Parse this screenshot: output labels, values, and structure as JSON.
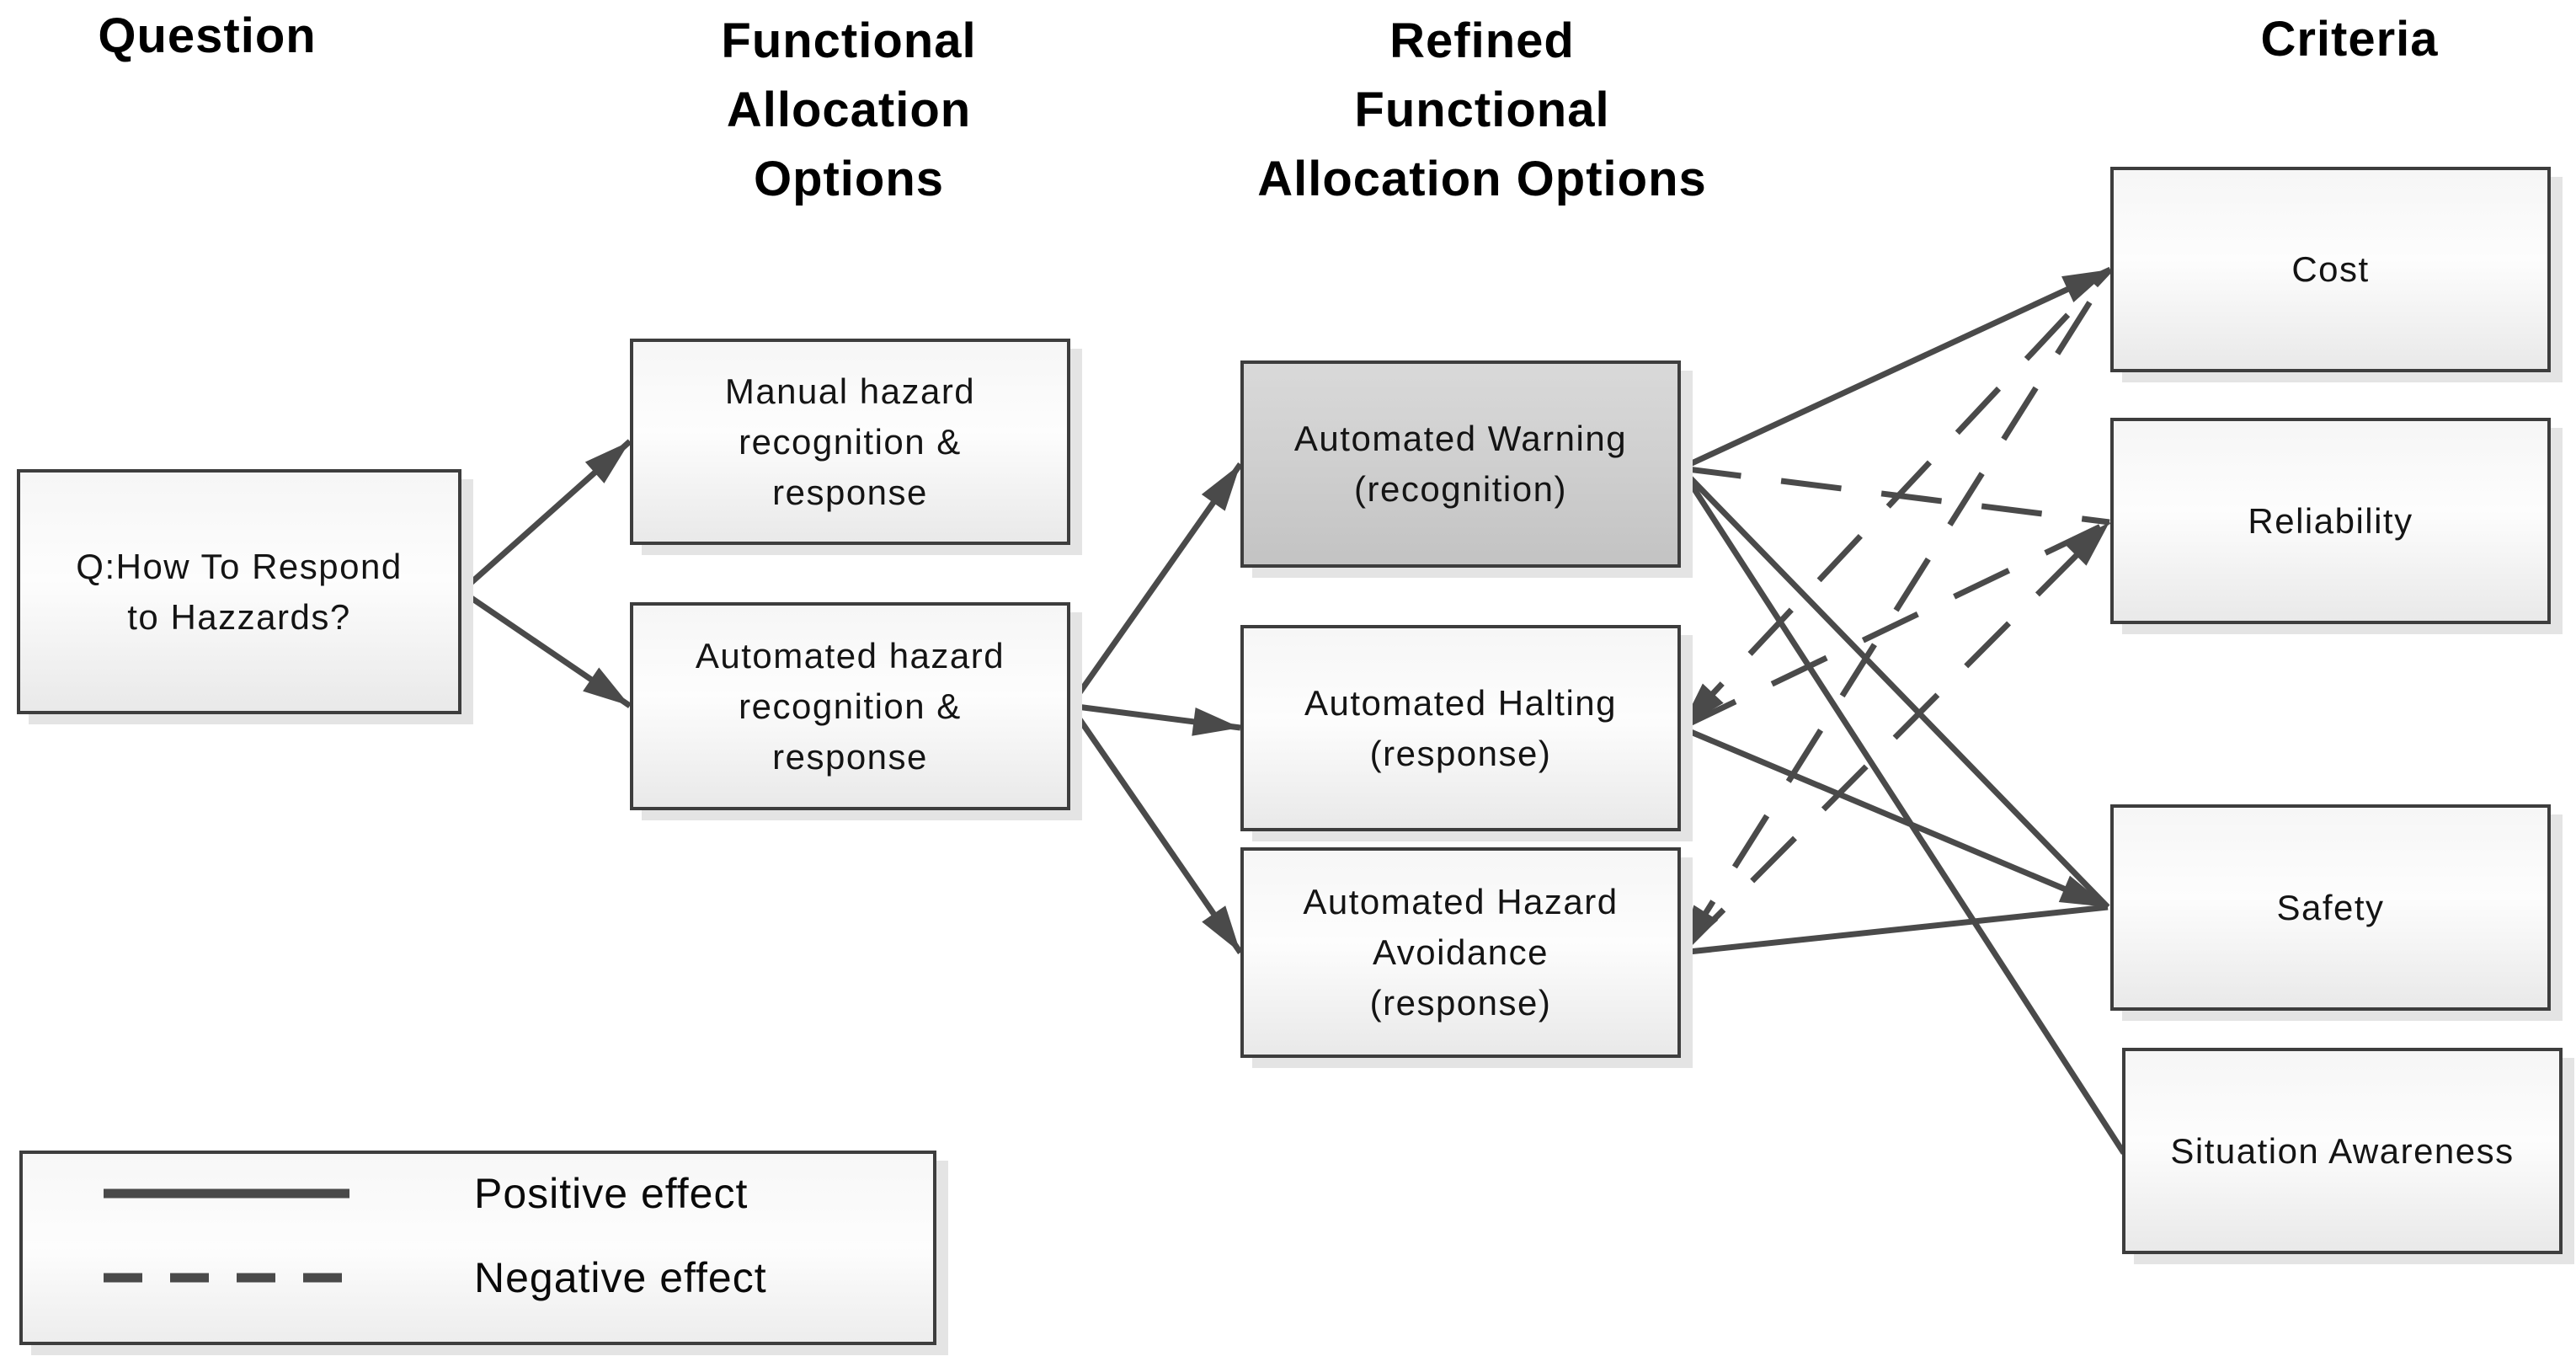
{
  "headers": {
    "question": "Question",
    "functional": [
      "Functional",
      "Allocation",
      "Options"
    ],
    "refined": [
      "Refined",
      "Functional",
      "Allocation Options"
    ],
    "criteria": "Criteria"
  },
  "nodes": {
    "question": {
      "label": "Q:How To Respond\nto Hazzards?"
    },
    "manual": {
      "label": "Manual hazard\nrecognition &\nresponse"
    },
    "automated": {
      "label": "Automated hazard\nrecognition &\nresponse"
    },
    "warning": {
      "label": "Automated Warning\n(recognition)"
    },
    "halting": {
      "label": "Automated Halting\n(response)"
    },
    "avoidance": {
      "label": "Automated Hazard\nAvoidance\n(response)"
    },
    "cost": {
      "label": "Cost"
    },
    "reliability": {
      "label": "Reliability"
    },
    "safety": {
      "label": "Safety"
    },
    "situation_awareness": {
      "label": "Situation Awareness"
    }
  },
  "edges": [
    {
      "from": "question",
      "to": "manual",
      "style": "solid",
      "arrow": "end"
    },
    {
      "from": "question",
      "to": "automated",
      "style": "solid",
      "arrow": "end"
    },
    {
      "from": "automated",
      "to": "warning",
      "style": "solid",
      "arrow": "end"
    },
    {
      "from": "automated",
      "to": "halting",
      "style": "solid",
      "arrow": "end"
    },
    {
      "from": "automated",
      "to": "avoidance",
      "style": "solid",
      "arrow": "end"
    },
    {
      "from": "warning",
      "to": "cost",
      "style": "solid",
      "arrow": "end",
      "effect": "positive"
    },
    {
      "from": "warning",
      "to": "reliability",
      "style": "dashed",
      "arrow": "none",
      "effect": "negative"
    },
    {
      "from": "warning",
      "to": "safety",
      "style": "solid",
      "arrow": "none",
      "effect": "positive"
    },
    {
      "from": "warning",
      "to": "situation_awareness",
      "style": "solid",
      "arrow": "none",
      "effect": "positive"
    },
    {
      "from": "halting",
      "to": "cost",
      "style": "dashed",
      "arrow": "start",
      "effect": "negative"
    },
    {
      "from": "halting",
      "to": "reliability",
      "style": "dashed",
      "arrow": "none",
      "effect": "negative"
    },
    {
      "from": "halting",
      "to": "safety",
      "style": "solid",
      "arrow": "end",
      "effect": "positive"
    },
    {
      "from": "avoidance",
      "to": "cost",
      "style": "dashed",
      "arrow": "start",
      "effect": "negative"
    },
    {
      "from": "avoidance",
      "to": "reliability",
      "style": "dashed",
      "arrow": "end",
      "effect": "negative"
    },
    {
      "from": "avoidance",
      "to": "safety",
      "style": "solid",
      "arrow": "none",
      "effect": "positive"
    }
  ],
  "legend": {
    "items": [
      {
        "style": "solid",
        "effect": "positive",
        "label": "Positive effect"
      },
      {
        "style": "dashed",
        "effect": "negative",
        "label": "Negative effect"
      }
    ]
  },
  "colors": {
    "line": "#4a4a4a",
    "box_border": "#3d3d3d",
    "highlighted_box_fill": "#cccccc",
    "box_fill": "#f2f2f2",
    "shadow": "#e4e4e4"
  }
}
